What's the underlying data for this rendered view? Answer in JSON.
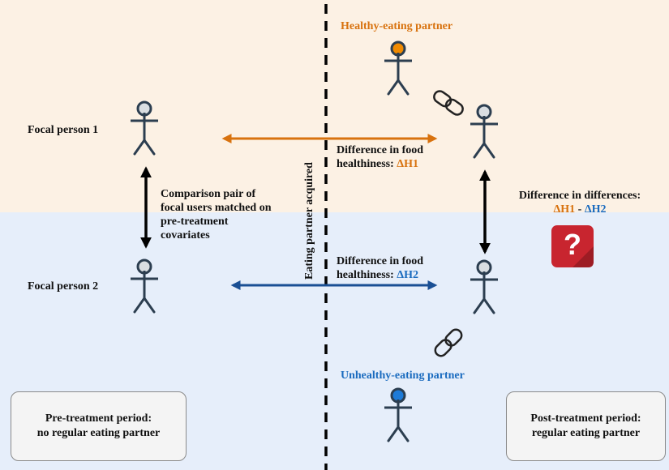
{
  "colors": {
    "top_band": "#fcf1e4",
    "bottom_band": "#e6eefa",
    "orange": "#d8720e",
    "blue": "#1a4f94",
    "figure": "#2c3e50",
    "figure_fill_gray": "#d9dee2",
    "healthy_head": "#f08a00",
    "unhealthy_head": "#1e7bd8",
    "question_red": "#c8252f"
  },
  "labels": {
    "healthy_partner": "Healthy-eating partner",
    "unhealthy_partner": "Unhealthy-eating partner",
    "focal1": "Focal person 1",
    "focal2": "Focal person 2",
    "comparison_line1": "Comparison pair of",
    "comparison_line2": "focal users matched on",
    "comparison_line3": "pre-treatment",
    "comparison_line4": "covariates",
    "diff1_line1": "Difference in food",
    "diff1_prefix": "healthiness: ",
    "diff1_symbol": "ΔH1",
    "diff2_line1": "Difference in food",
    "diff2_prefix": "healthiness: ",
    "diff2_symbol": "ΔH2",
    "did_line1": "Difference in differences:",
    "did_h1": "ΔH1",
    "did_sep": " - ",
    "did_h2": "ΔH2",
    "vertical_label": "Eating partner acquired",
    "pre_box_line1": "Pre-treatment period:",
    "pre_box_line2": "no regular eating partner",
    "post_box_line1": "Post-treatment period:",
    "post_box_line2": "regular eating partner",
    "question_mark": "?"
  },
  "icons": [
    "stick-figure-icon",
    "chain-link-icon",
    "question-mark-icon",
    "double-arrow-icon"
  ]
}
